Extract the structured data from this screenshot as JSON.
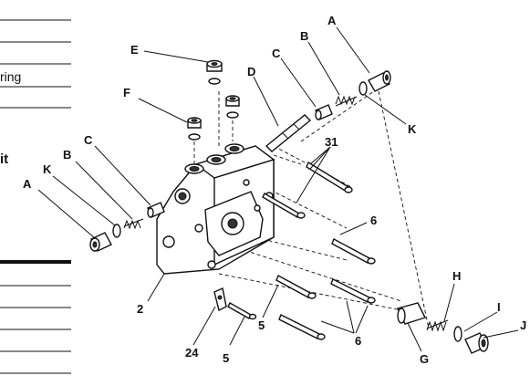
{
  "side_table": {
    "text_fragments": [
      "ring",
      "it"
    ]
  },
  "callouts": {
    "A_top": "A",
    "B_top": "B",
    "C_top": "C",
    "D_top": "D",
    "E_top": "E",
    "F_top": "F",
    "K_top": "K",
    "n31": "31",
    "n6_top": "6",
    "A_left": "A",
    "B_left": "B",
    "C_left": "C",
    "K_left": "K",
    "n2": "2",
    "n24": "24",
    "n5_a": "5",
    "n5_b": "5",
    "n6_bottom": "6",
    "G": "G",
    "H": "H",
    "I": "I",
    "J": "J"
  }
}
